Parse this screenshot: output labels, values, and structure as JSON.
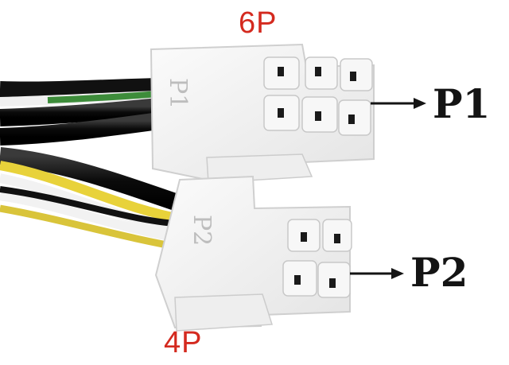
{
  "connectors": {
    "p1": {
      "type_label": "6P",
      "pointer_label": "P1",
      "embossed_text": "P1"
    },
    "p2": {
      "type_label": "4P",
      "pointer_label": "P2",
      "embossed_text": "P2"
    }
  },
  "colors": {
    "type_label": "#d42a1f",
    "pointer_label": "#141414",
    "connector_body": "#f4f4f4",
    "wire_black": "#111111",
    "wire_yellow": "#e8d23a",
    "wire_green": "#3d8c3a",
    "wire_white": "#f2f2f2"
  }
}
